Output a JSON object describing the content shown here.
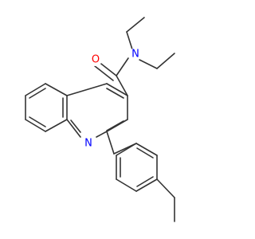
{
  "molecule": {
    "atoms": [
      {
        "id": "O",
        "symbol": "O",
        "color": "#ff0000"
      },
      {
        "id": "N_amide",
        "symbol": "N",
        "color": "#0000ff"
      },
      {
        "id": "N_ring",
        "symbol": "N",
        "color": "#0000ff"
      }
    ],
    "bond_color": "#333333"
  }
}
